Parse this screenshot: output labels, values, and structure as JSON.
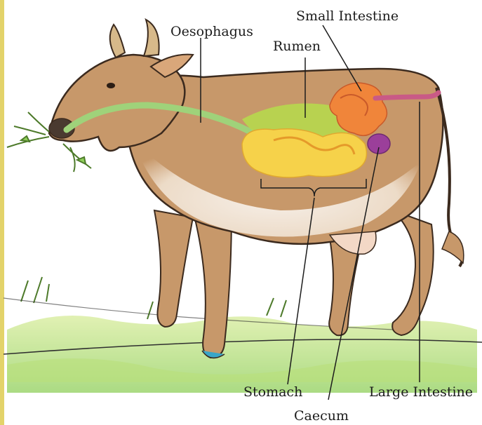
{
  "labels": {
    "oesophagus": "Oesophagus",
    "small_intestine": "Small Intestine",
    "rumen": "Rumen",
    "stomach": "Stomach",
    "large_intestine": "Large Intestine",
    "caecum": "Caecum"
  },
  "colors": {
    "cow_body": "#c7986a",
    "cow_outline": "#3b2a1e",
    "oesophagus": "#9fd27a",
    "rumen": "#b6d84e",
    "stomach": "#f6d24a",
    "small_intestine": "#f0853a",
    "large_intestine": "#c95a86",
    "caecum": "#9b3f9a",
    "grass": "#8fcf5a",
    "hoof": "#3aa6c8"
  }
}
